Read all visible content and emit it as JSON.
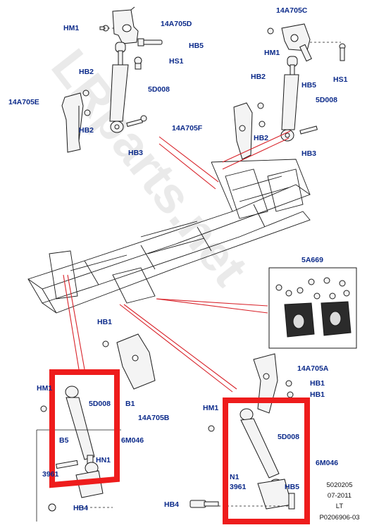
{
  "colors": {
    "label": "#0b2a8a",
    "leader_red": "#d8232a",
    "highlight": "#ee1c1c",
    "part_fill": "#f4f4f4",
    "outline": "#1a1a1a",
    "watermark": "#e6e6e6"
  },
  "watermark": "LRparts.net",
  "labels": {
    "hm1_a": "HM1",
    "p14a705d": "14A705D",
    "hb5_a": "HB5",
    "hs1_a": "HS1",
    "hb2_a": "HB2",
    "p14a705e": "14A705E",
    "p5d008_a": "5D008",
    "hb2_b": "HB2",
    "hb3_a": "HB3",
    "p14a705c": "14A705C",
    "hm1_b": "HM1",
    "hb5_b": "HB5",
    "hs1_b": "HS1",
    "hb2_c": "HB2",
    "p5d008_b": "5D008",
    "p14a705f": "14A705F",
    "hb2_d": "HB2",
    "hb3_b": "HB3",
    "p5a669": "5A669",
    "hb1_a": "HB1",
    "hm1_c": "HM1",
    "p5d008_c": "5D008",
    "b1": "B1",
    "p14a705b": "14A705B",
    "b5": "B5",
    "p6m046_a": "6M046",
    "hn1_a": "HN1",
    "n3961_a": "3961",
    "hb4_a": "HB4",
    "p14a705a": "14A705A",
    "hb1_b": "HB1",
    "hb1_c": "HB1",
    "hm1_d": "HM1",
    "p5d008_d": "5D008",
    "p6m046_b": "6M046",
    "hn1_b": "N1",
    "n3961_b": "3961",
    "hb5_c": "HB5",
    "hb4_b": "HB4"
  },
  "footer": {
    "code": "5020205",
    "date": "07-2011",
    "suffix": "LT",
    "ref": "P0206906-03"
  }
}
